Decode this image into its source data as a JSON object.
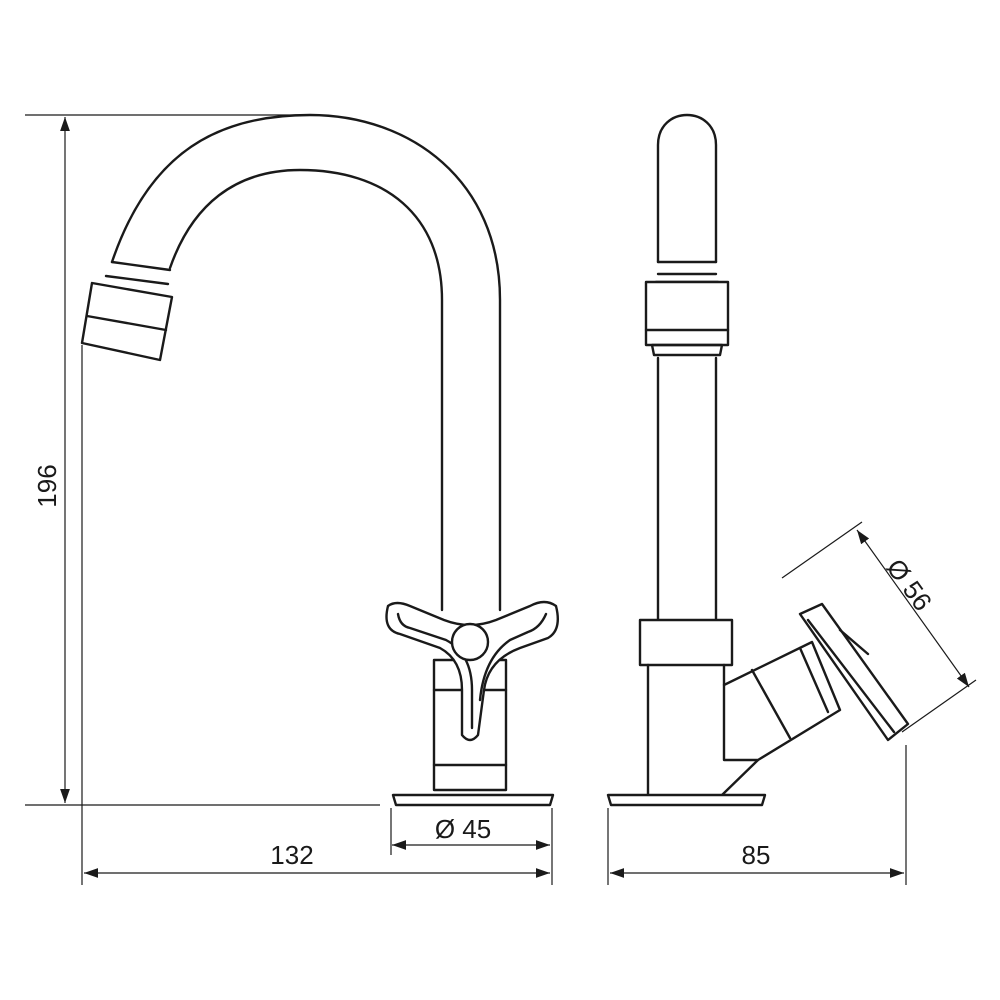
{
  "dimensions": {
    "height": "196",
    "width_front": "132",
    "base_diameter": "Ø 45",
    "depth_side": "85",
    "handle_diameter": "Ø 56"
  },
  "colors": {
    "line": "#1a1a1a",
    "background": "#ffffff"
  }
}
